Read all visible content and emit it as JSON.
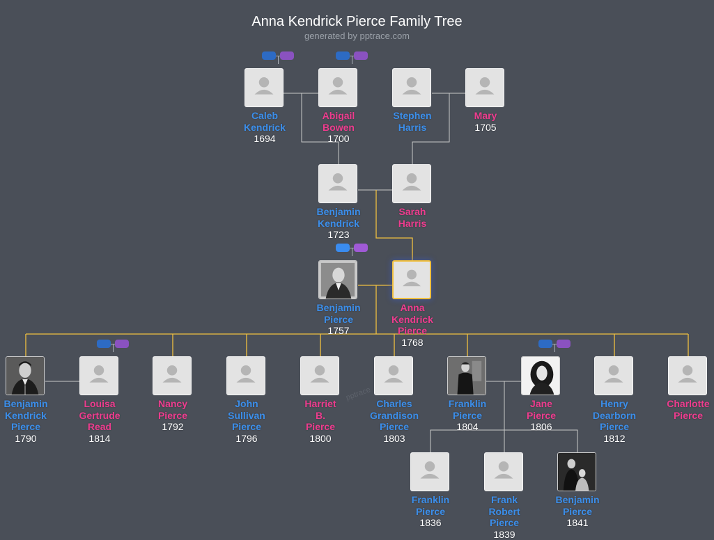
{
  "header": {
    "title": "Anna Kendrick Pierce Family Tree",
    "subtitle": "generated by pptrace.com"
  },
  "watermark": "pptrace",
  "people": {
    "caleb": {
      "name": "Caleb Kendrick",
      "year": "1694",
      "gender": "male"
    },
    "abigail": {
      "name": "Abigail Bowen",
      "year": "1700",
      "gender": "female"
    },
    "stephen": {
      "name": "Stephen Harris",
      "year": "",
      "gender": "male"
    },
    "mary": {
      "name": "Mary",
      "year": "1705",
      "gender": "female"
    },
    "benjamin_k": {
      "name": "Benjamin Kendrick",
      "year": "1723",
      "gender": "male"
    },
    "sarah": {
      "name": "Sarah Harris",
      "year": "",
      "gender": "female"
    },
    "benjamin_p": {
      "name": "Benjamin Pierce",
      "year": "1757",
      "gender": "male"
    },
    "anna": {
      "name": "Anna Kendrick Pierce",
      "year": "1768",
      "gender": "female"
    },
    "benjamin_kp": {
      "name": "Benjamin Kendrick Pierce",
      "year": "1790",
      "gender": "male"
    },
    "louisa": {
      "name": "Louisa Gertrude Read",
      "year": "1814",
      "gender": "female"
    },
    "nancy": {
      "name": "Nancy Pierce",
      "year": "1792",
      "gender": "female"
    },
    "john": {
      "name": "John Sullivan Pierce",
      "year": "1796",
      "gender": "male"
    },
    "harriet": {
      "name": "Harriet B. Pierce",
      "year": "1800",
      "gender": "female"
    },
    "charles": {
      "name": "Charles Grandison Pierce",
      "year": "1803",
      "gender": "male"
    },
    "franklin": {
      "name": "Franklin Pierce",
      "year": "1804",
      "gender": "male"
    },
    "jane": {
      "name": "Jane Pierce",
      "year": "1806",
      "gender": "female"
    },
    "henry": {
      "name": "Henry Dearborn Pierce",
      "year": "1812",
      "gender": "male"
    },
    "charlotte": {
      "name": "Charlotte Pierce",
      "year": "",
      "gender": "female"
    },
    "franklin_jr": {
      "name": "Franklin Pierce",
      "year": "1836",
      "gender": "male"
    },
    "frank_robert": {
      "name": "Frank Robert Pierce",
      "year": "1839",
      "gender": "male"
    },
    "benjamin_jr": {
      "name": "Benjamin Pierce",
      "year": "1841",
      "gender": "male"
    }
  },
  "colors": {
    "background": "#4a4f58",
    "male": "#3b8eea",
    "female": "#ee3c8e",
    "line": "#c8c8c8",
    "focus_line": "#f0c040"
  }
}
